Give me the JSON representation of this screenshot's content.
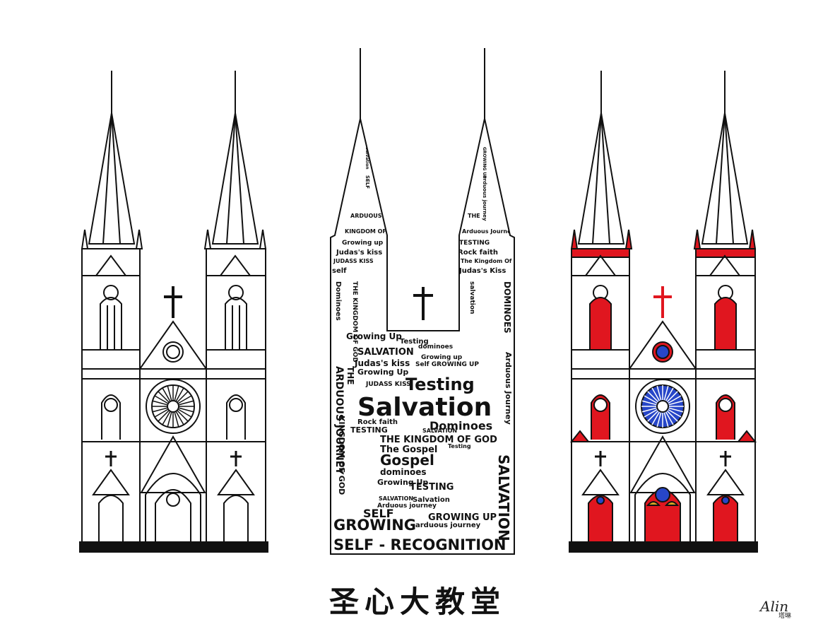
{
  "title": "圣心大教堂",
  "signature": {
    "script": "Alin",
    "cn": "塔琳"
  },
  "colors": {
    "ink": "#111111",
    "red": "#e0161f",
    "blue": "#2746c8",
    "gold": "#d9a521",
    "bg": "#ffffff"
  },
  "word_cloud": {
    "big": [
      "Salvation",
      "Testing",
      "SELF - RECOGNITION",
      "GROWING",
      "Dominoes",
      "Gospel",
      "SALVATION"
    ],
    "words": [
      "Salvation",
      "SELF",
      "GROWING UP",
      "arduous journey",
      "ARDUOUS JOURNEY",
      "THE",
      "KINGDOM OF GOD",
      "Arduous Journey",
      "Growing up",
      "TESTING",
      "Judas's kiss",
      "Rock faith",
      "JUDASS KISS",
      "The Kingdom Of God",
      "self",
      "Judas's Kiss",
      "Dominoes",
      "THE KINGDOM OF GOD",
      "salvation",
      "DOMINOES",
      "Growing Up",
      "Testing",
      "dominoes",
      "SALVATION",
      "Growing up",
      "Judas's kiss",
      "Self GROWING UP",
      "Growing Up",
      "JUDASS KISS",
      "Rock faith",
      "TESTING",
      "SALVATION",
      "THE KINGDOM OF GOD",
      "The Gospel",
      "Testing",
      "dominoes",
      "Growing Up",
      "TESTING",
      "SALVATION",
      "Arduous journey"
    ]
  }
}
